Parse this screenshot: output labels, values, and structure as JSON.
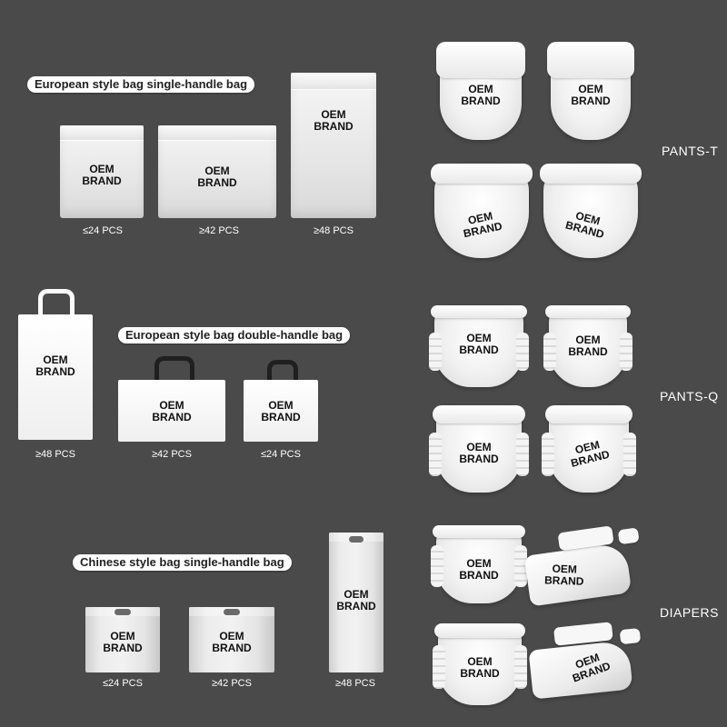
{
  "colors": {
    "background": "#4a4a4a",
    "label_bg": "#ffffff",
    "label_text": "#222222"
  },
  "brand_line1": "OEM",
  "brand_line2": "BRAND",
  "sections": {
    "eu_single": {
      "label": "European style bag single-handle bag",
      "items": [
        {
          "qty": "≤24 PCS"
        },
        {
          "qty": "≥42 PCS"
        },
        {
          "qty": "≥48 PCS"
        }
      ]
    },
    "eu_double": {
      "label": "European style bag double-handle bag",
      "items": [
        {
          "qty": "≥48 PCS"
        },
        {
          "qty": "≥42 PCS"
        },
        {
          "qty": "≤24 PCS"
        }
      ]
    },
    "cn_single": {
      "label": "Chinese style bag single-handle bag",
      "items": [
        {
          "qty": "≤24 PCS"
        },
        {
          "qty": "≥42 PCS"
        },
        {
          "qty": "≥48 PCS"
        }
      ]
    }
  },
  "categories": {
    "pants_t": "PANTS-T",
    "pants_q": "PANTS-Q",
    "diapers": "DIAPERS"
  }
}
